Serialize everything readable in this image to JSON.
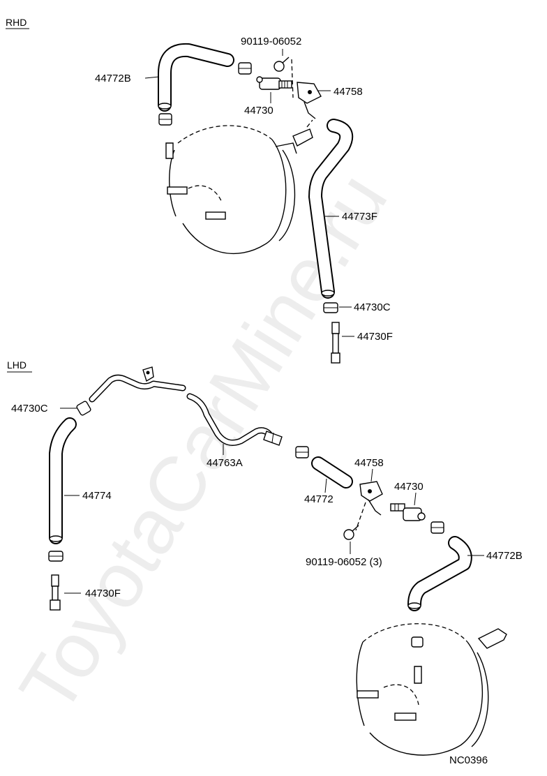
{
  "watermark": "ToyotaCarMine.ru",
  "diagram_code": "NC0396",
  "sections": {
    "rhd": {
      "title": "RHD",
      "labels": {
        "bolt": "90119-06052",
        "hose_upper": "44772B",
        "bracket": "44758",
        "check_valve": "44730",
        "hose_long": "44773F",
        "clamp": "44730C",
        "fitting": "44730F"
      }
    },
    "lhd": {
      "title": "LHD",
      "labels": {
        "clamp": "44730C",
        "pipe": "44763A",
        "hose_long": "44774",
        "fitting": "44730F",
        "bracket": "44758",
        "hose_short": "44772",
        "check_valve": "44730",
        "bolt": "90119-06052 (3)",
        "hose_upper": "44772B"
      }
    }
  }
}
